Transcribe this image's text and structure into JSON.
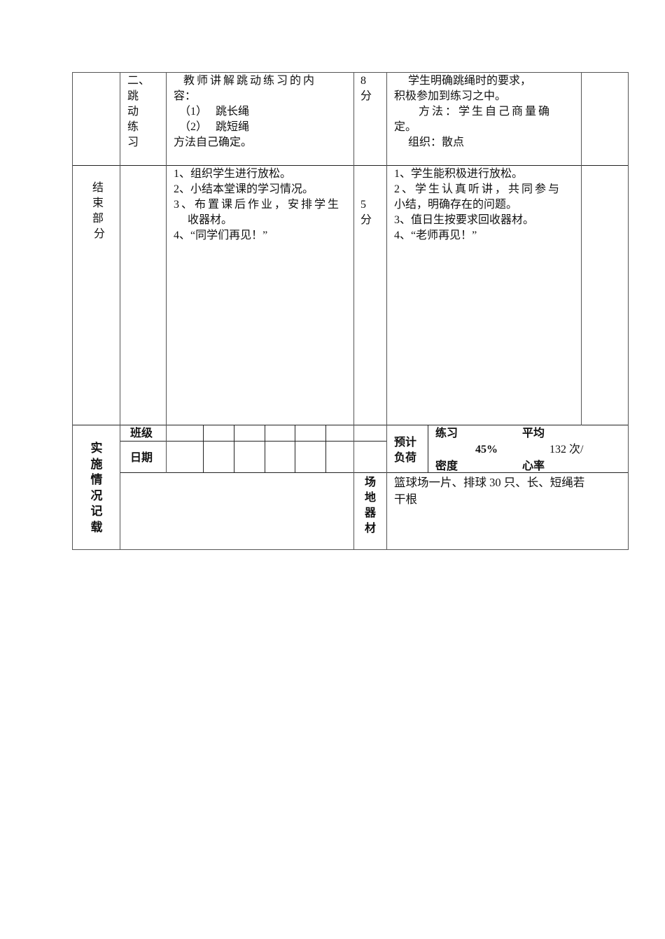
{
  "table": {
    "row_jump": {
      "section": "",
      "item_lines": [
        "二、",
        "跳",
        "动",
        "练",
        "习"
      ],
      "teacher_lines": [
        "  教师讲解跳动练习的内",
        "容：",
        "  （1）   跳长绳",
        "  （2）   跳短绳",
        "方法自己确定。"
      ],
      "time_lines": [
        "8",
        "分"
      ],
      "student_lines": [
        "     学生明确跳绳时的要求，",
        "积极参加到练习之中。",
        "     方法：学生自己商量确",
        "定。",
        "     组织：散点"
      ],
      "remark": ""
    },
    "row_end": {
      "section_lines": [
        "结",
        "束",
        "部",
        " 分"
      ],
      "item": "",
      "teacher_lines": [
        "1、组织学生进行放松。",
        "2、小结本堂课的学习情况。",
        "3、布置课后作业，安排学生",
        "     收器材。",
        "4、“同学们再见！”"
      ],
      "time_lines": [
        "5",
        "分"
      ],
      "student_lines": [
        "1、学生能积极进行放松。",
        "2、学生认真听讲，共同参与",
        "小结，明确存在的问题。",
        "3、值日生按要求回收器材。",
        "4、“老师再见！”"
      ],
      "remark": ""
    },
    "implementation": {
      "section_lines": [
        "实",
        "施",
        "情",
        "况",
        "记",
        "载"
      ],
      "class_label": "班级",
      "date_label": "日期",
      "class_cells": [
        "",
        "",
        "",
        "",
        "",
        "",
        ""
      ],
      "date_cells": [
        "",
        "",
        "",
        "",
        "",
        "",
        ""
      ],
      "load_label_lines": [
        "预计",
        "负荷"
      ],
      "density_label_top": "练习",
      "density_label_bottom": "密度",
      "density_value": "45%",
      "heart_label_top": "平均",
      "heart_label_bottom": "心率",
      "heart_value": "132 次/",
      "venue_label_lines": [
        "场",
        "地",
        "器",
        "材"
      ],
      "venue_lines": [
        "篮球场一片、排球 30 只、长、短绳若",
        "干根"
      ],
      "notes": ""
    }
  }
}
